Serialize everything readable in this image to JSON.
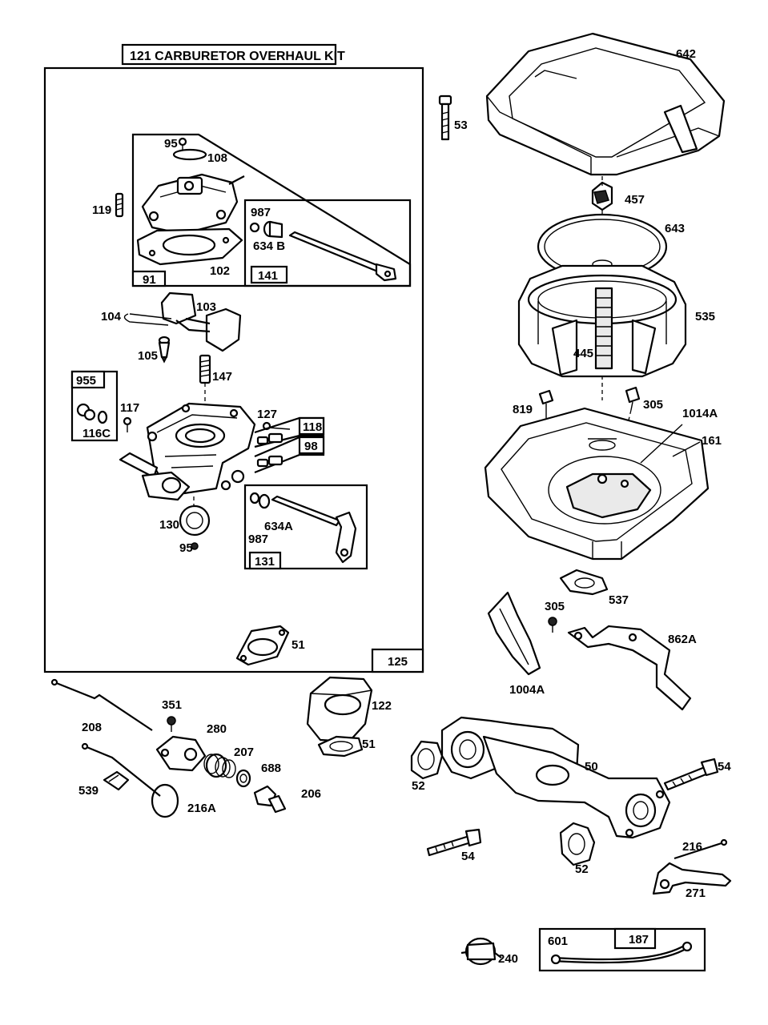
{
  "title": "121  CARBURETOR OVERHAUL KIT",
  "labels": {
    "l642": "642",
    "l53": "53",
    "l457": "457",
    "l643": "643",
    "l535": "535",
    "l445": "445",
    "l819": "819",
    "l305a": "305",
    "l1014a": "1014A",
    "l161": "161",
    "l537": "537",
    "l305b": "305",
    "l862a": "862A",
    "l1004a": "1004A",
    "l95a": "95",
    "l108": "108",
    "l119": "119",
    "l987a": "987",
    "l634b": "634 B",
    "l102": "102",
    "l91": "91",
    "l141": "141",
    "l104": "104",
    "l103": "103",
    "l105": "105",
    "l147": "147",
    "l955": "955",
    "l117": "117",
    "l116c": "116C",
    "l127": "127",
    "l118": "118",
    "l98": "98",
    "l130": "130",
    "l95b": "95",
    "l987b": "987",
    "l634a": "634A",
    "l131": "131",
    "l51a": "51",
    "l125": "125",
    "l351": "351",
    "l208": "208",
    "l280": "280",
    "l207": "207",
    "l688": "688",
    "l206": "206",
    "l539": "539",
    "l216a": "216A",
    "l122": "122",
    "l51b": "51",
    "l52a": "52",
    "l50": "50",
    "l54a": "54",
    "l54b": "54",
    "l52b": "52",
    "l216": "216",
    "l271": "271",
    "l240": "240",
    "l601": "601",
    "l187": "187"
  }
}
